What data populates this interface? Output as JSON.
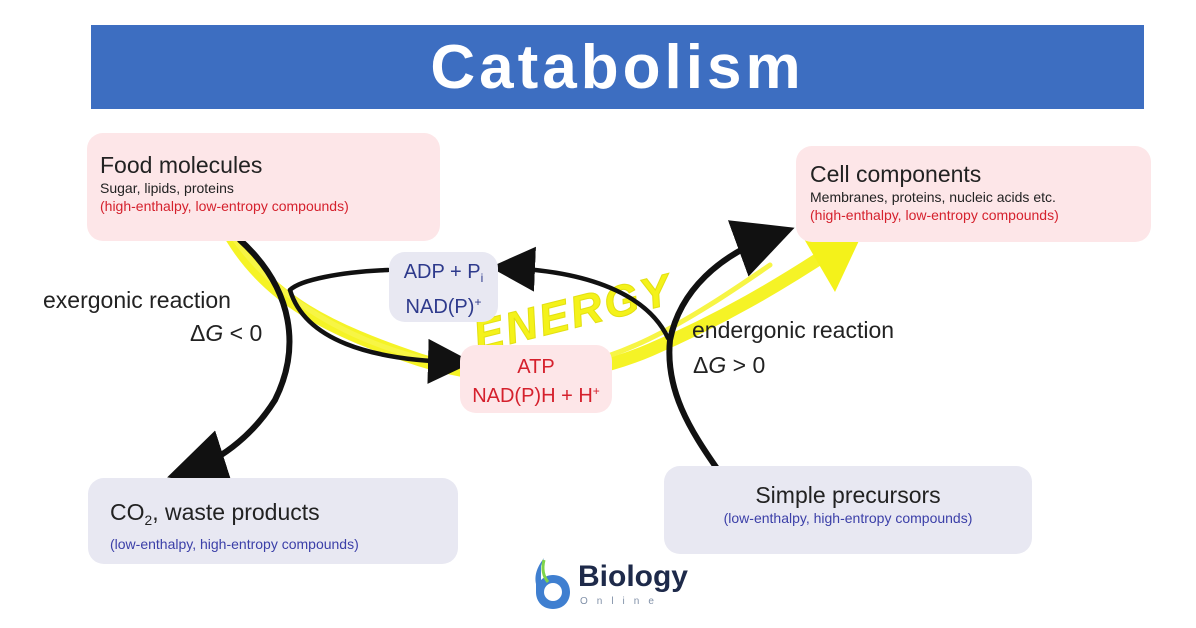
{
  "title": "Catabolism",
  "food": {
    "title": "Food molecules",
    "subtitle": "Sugar, lipids, proteins",
    "note": "(high-enthalpy, low-entropy compounds)"
  },
  "cell": {
    "title": "Cell components",
    "subtitle": "Membranes, proteins, nucleic acids etc.",
    "note": "(high-enthalpy, low-entropy compounds)"
  },
  "co2": {
    "prefix": "CO",
    "sub": "2",
    "rest": ", waste products",
    "note": "(low-enthalpy, high-entropy compounds)"
  },
  "simple": {
    "title": "Simple precursors",
    "note": "(low-enthalpy, high-entropy compounds)"
  },
  "adp": {
    "line1": "ADP + P",
    "line1_sub": "i",
    "line2": "NAD(P)",
    "line2_sup": "+"
  },
  "atp": {
    "line1": "ATP",
    "line2": "NAD(P)H + H",
    "line2_sup": "+"
  },
  "exergonic": {
    "label": "exergonic reaction",
    "delta": "Δ",
    "g": "G",
    "rel": " < 0"
  },
  "endergonic": {
    "label": "endergonic reaction",
    "delta": "Δ",
    "g": "G",
    "rel": " > 0"
  },
  "energy_word": "ENERGY",
  "logo": {
    "word": "Biology",
    "sub": "Online"
  },
  "colors": {
    "header": "#3d6ec1",
    "pink_box": "#fde6e8",
    "lavender_box": "#e8e8f2",
    "red_text": "#d5212d",
    "blue_text": "#3b3fa8",
    "energy": "#f4f21a"
  }
}
